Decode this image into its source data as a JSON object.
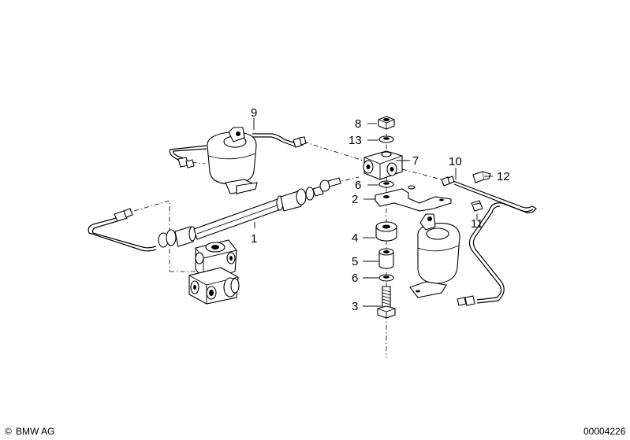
{
  "callouts": {
    "c1": "1",
    "c2": "2",
    "c3": "3",
    "c4": "4",
    "c5": "5",
    "c6a": "6",
    "c6b": "6",
    "c7": "7",
    "c8": "8",
    "c9": "9",
    "c10": "10",
    "c11": "11",
    "c12": "12",
    "c13": "13"
  },
  "footer": {
    "copyright_symbol": "©",
    "copyright": "BMW AG",
    "diagram_id": "00004226"
  }
}
